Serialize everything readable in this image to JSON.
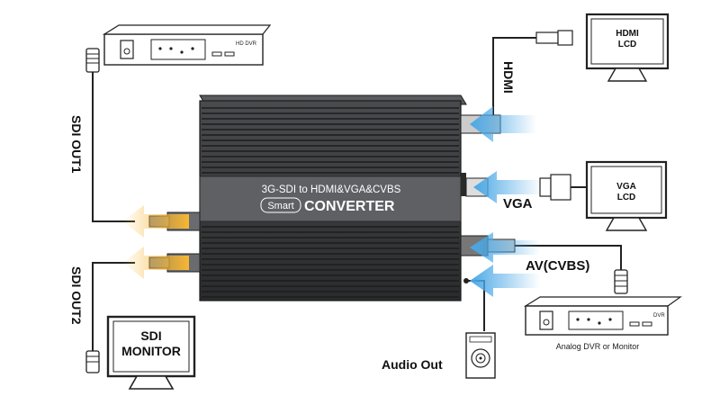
{
  "colors": {
    "body": "#3a3b3d",
    "body_dark": "#1f2022",
    "panel": "#5a5b5e",
    "arrow_orange": "#f5a623",
    "arrow_blue": "#4aa8e6",
    "outline": "#222222"
  },
  "converter": {
    "title_line": "3G-SDI to HDMI&VGA&CVBS",
    "badge": "Smart",
    "brand": "CONVERTER"
  },
  "devices": {
    "hd_dvr": {
      "label": "HD DVR"
    },
    "hdmi_lcd": {
      "line1": "HDMI",
      "line2": "LCD"
    },
    "vga_lcd": {
      "line1": "VGA",
      "line2": "LCD"
    },
    "sdi_monitor": {
      "line1": "SDI",
      "line2": "MONITOR"
    },
    "analog_dvr": {
      "label": "DVR",
      "caption": "Analog DVR or Monitor"
    }
  },
  "labels": {
    "sdi_out1": "SDI OUT1",
    "sdi_out2": "SDI OUT2",
    "hdmi": "HDMI",
    "vga": "VGA",
    "av": "AV(CVBS)",
    "audio_out": "Audio Out"
  },
  "icons": {
    "bnc": "bnc-connector-icon",
    "hdmi_plug": "hdmi-plug-icon",
    "vga_plug": "vga-plug-icon",
    "speaker": "speaker-icon"
  }
}
